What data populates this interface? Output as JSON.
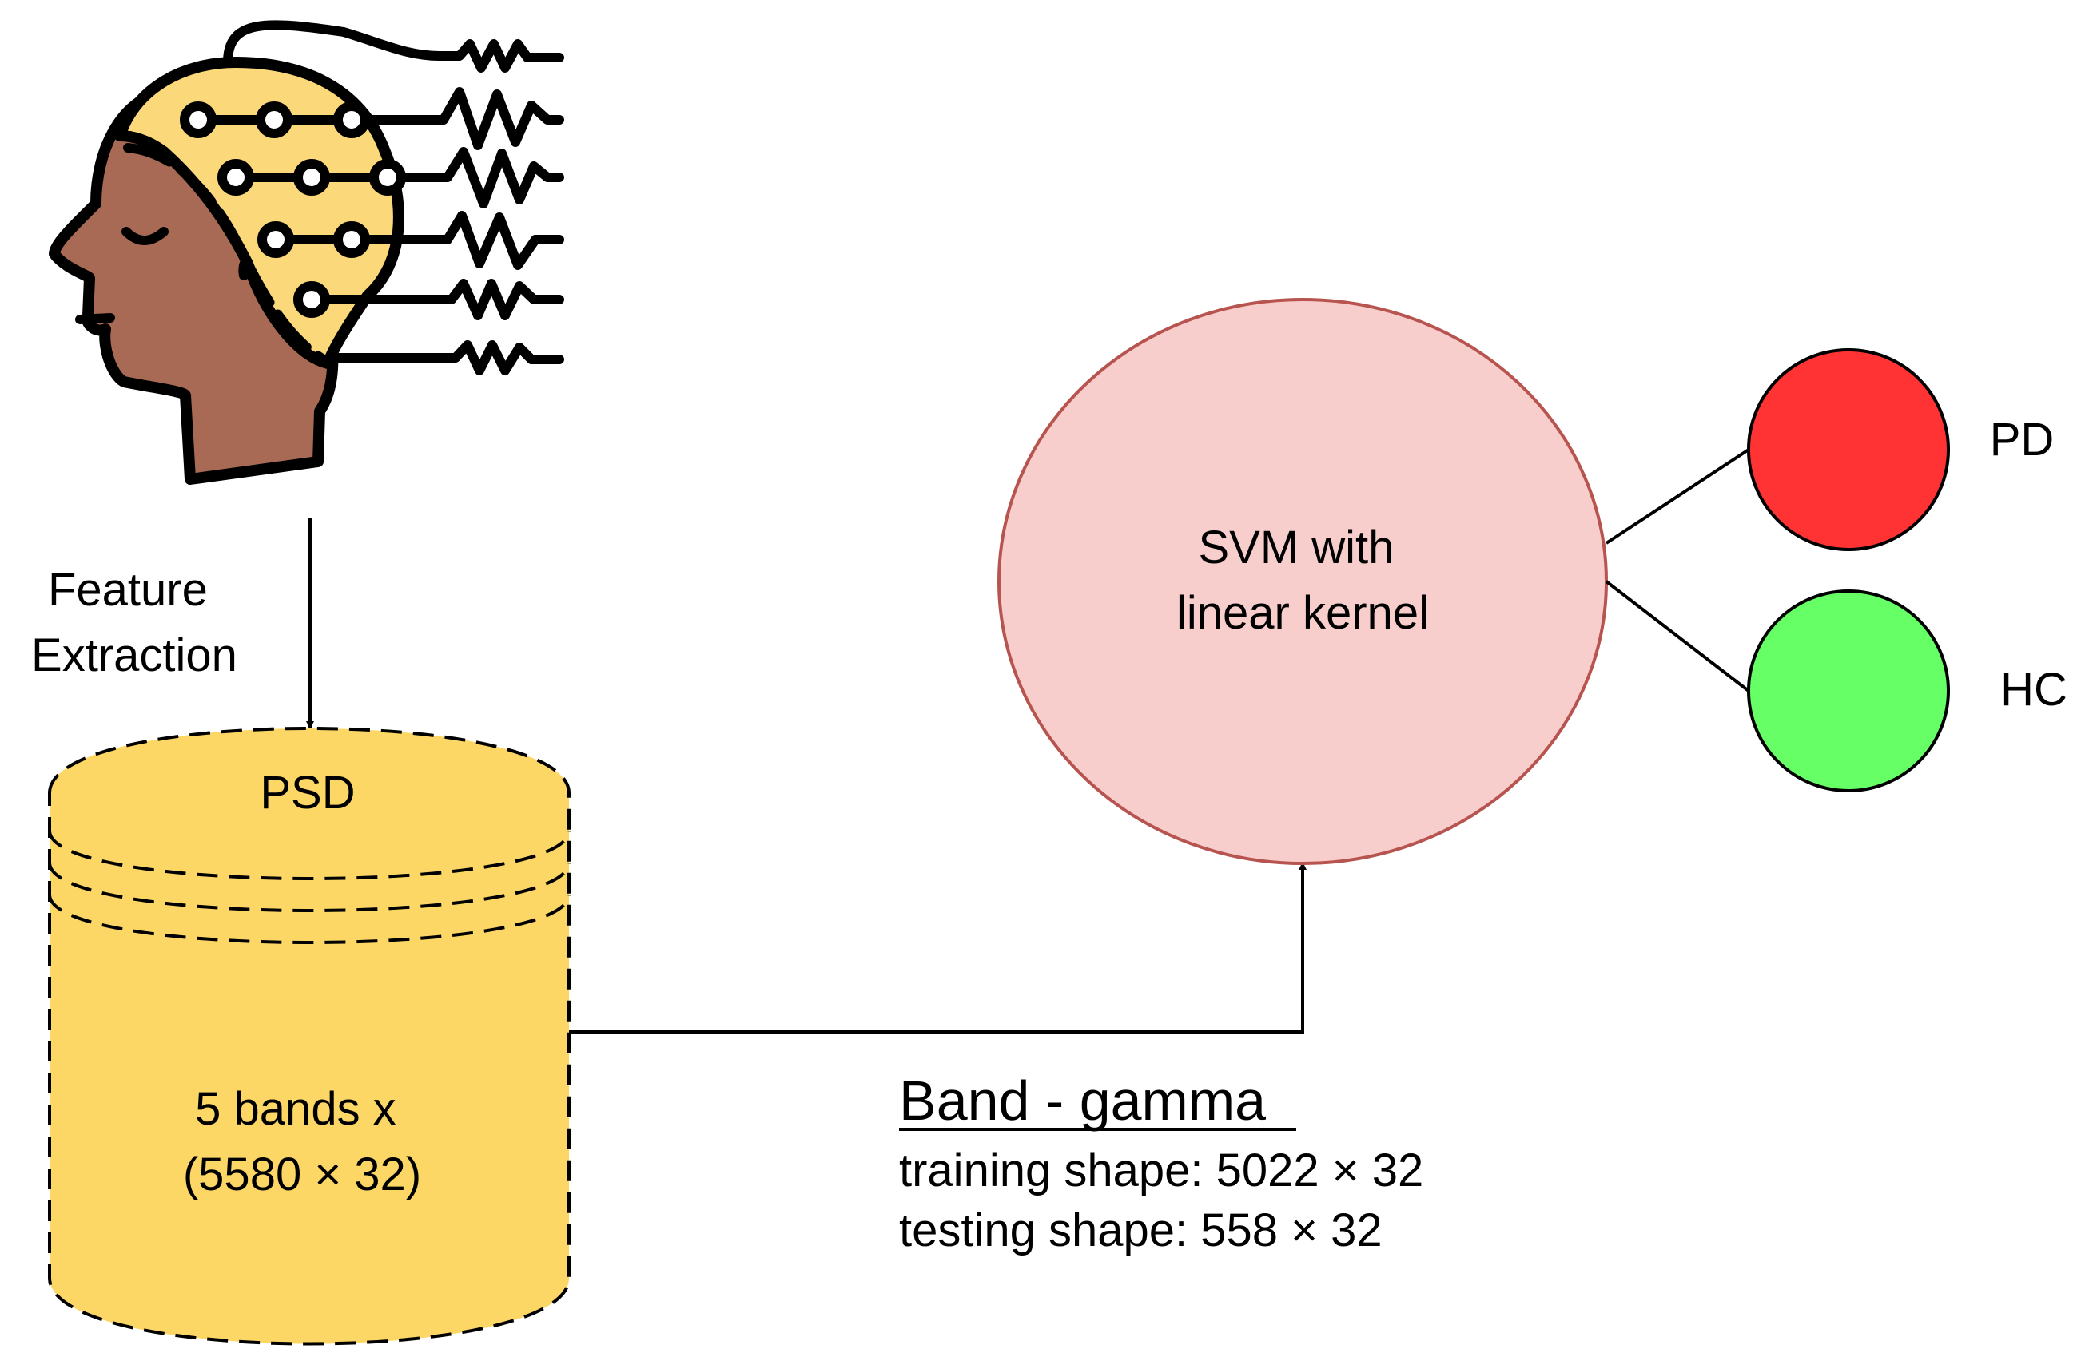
{
  "colors": {
    "skin": "#A86A55",
    "cap": "#FBD879",
    "database": "#FCD766",
    "svm_fill": "#F8CECC",
    "svm_stroke": "#B85450",
    "pd": "#FF3333",
    "hc": "#66FF66",
    "stroke": "#000000"
  },
  "icons": {
    "head": "eeg-head-icon"
  },
  "labels": {
    "feature_line1": "Feature",
    "feature_line2": "Extraction",
    "db_title": "PSD",
    "db_line1": "5 bands x",
    "db_line2": "(5580 × 32)",
    "svm_line1": "SVM with",
    "svm_line2": "linear kernel",
    "pd": "PD",
    "hc": "HC",
    "band_title": "Band - gamma",
    "training": "training shape: 5022 × 32",
    "testing": "testing shape: 558 × 32"
  }
}
